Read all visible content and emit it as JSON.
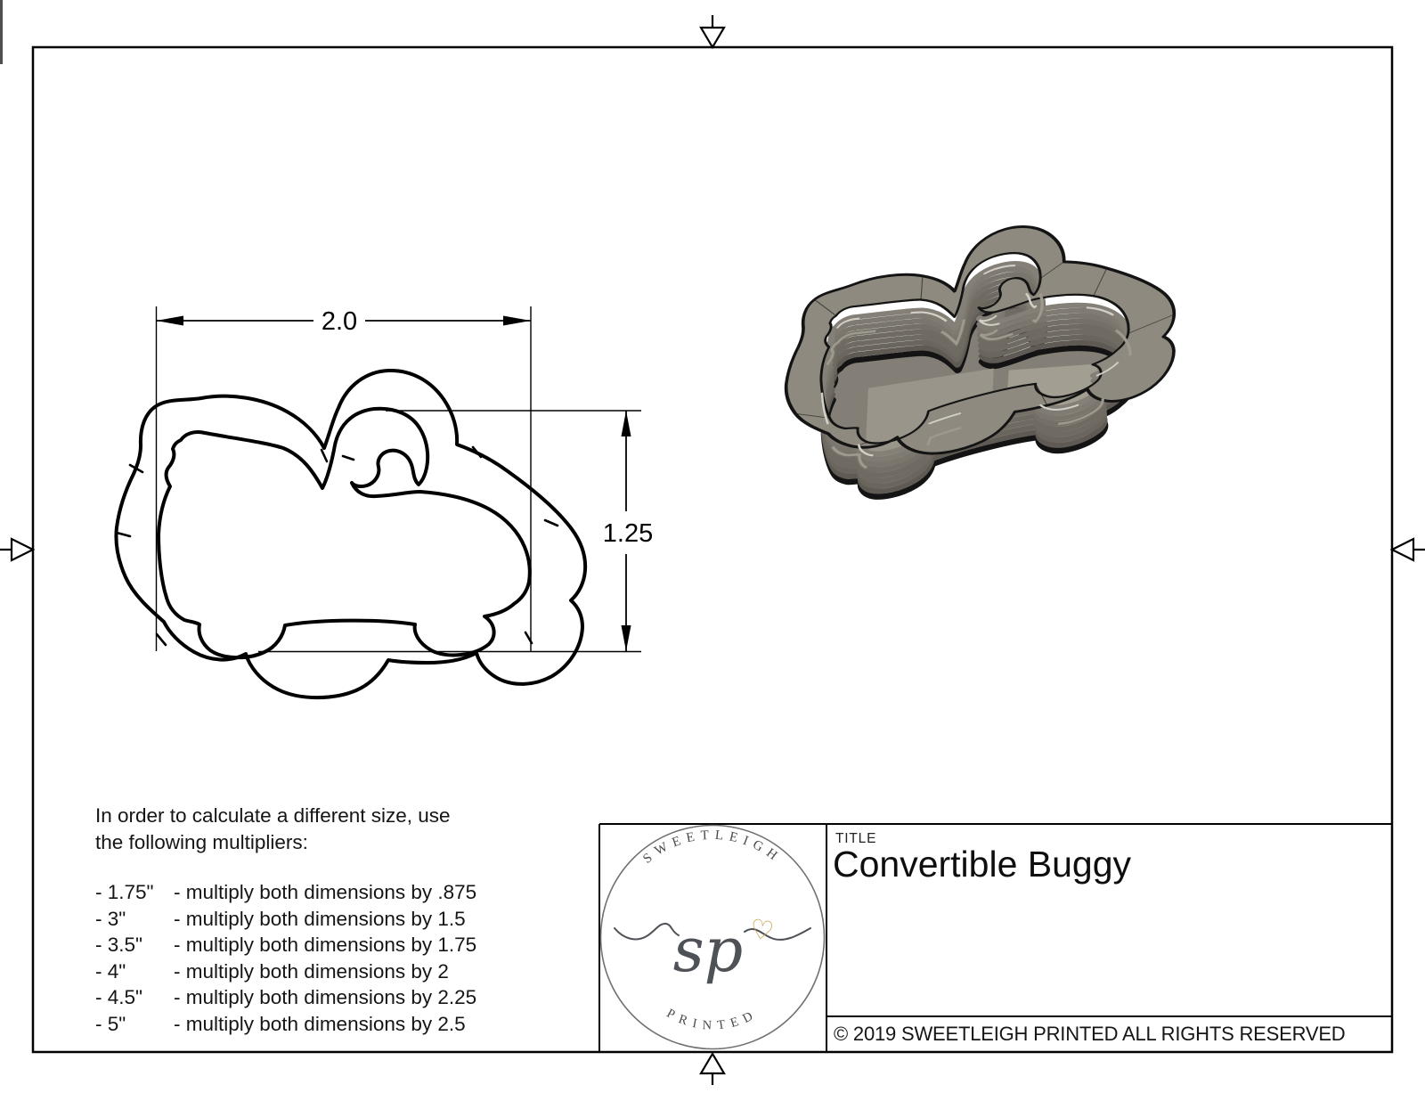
{
  "sheet": {
    "background": "#ffffff",
    "line_color": "#000000"
  },
  "drawing": {
    "width_dim": "2.0",
    "height_dim": "1.25"
  },
  "notes": {
    "intro_line1": "In order to calculate a different size, use",
    "intro_line2": "the following multipliers:",
    "items": [
      {
        "size": "- 1.75\"",
        "rule": "- multiply both dimensions by .875"
      },
      {
        "size": "- 3\"",
        "rule": "- multiply both dimensions by 1.5"
      },
      {
        "size": "- 3.5\"",
        "rule": "- multiply both dimensions by 1.75"
      },
      {
        "size": "- 4\"",
        "rule": "- multiply both dimensions by 2"
      },
      {
        "size": "- 4.5\"",
        "rule": "- multiply both dimensions by 2.25"
      },
      {
        "size": "- 5\"",
        "rule": "- multiply both dimensions by 2.5"
      }
    ]
  },
  "title_block": {
    "label": "TITLE",
    "title": "Convertible Buggy",
    "copyright": "© 2019  SWEETLEIGH PRINTED  ALL RIGHTS RESERVED"
  },
  "logo": {
    "arc_top": "SWEETLEIGH",
    "arc_bottom": "PRINTED",
    "monogram": "sp",
    "heart_glyph": "♡",
    "ink_color": "#4e5156",
    "ring_color": "#707070",
    "heart_color": "#c5a44e"
  },
  "render_3d": {
    "body_color": "#8e8a7f",
    "wall_color": "#6f6b63",
    "wall_dark": "#57534c",
    "floor_color": "#847f76",
    "facet_light": "#9a958a",
    "highlight_color": "#d2cfc6",
    "edge_color": "#141414"
  }
}
